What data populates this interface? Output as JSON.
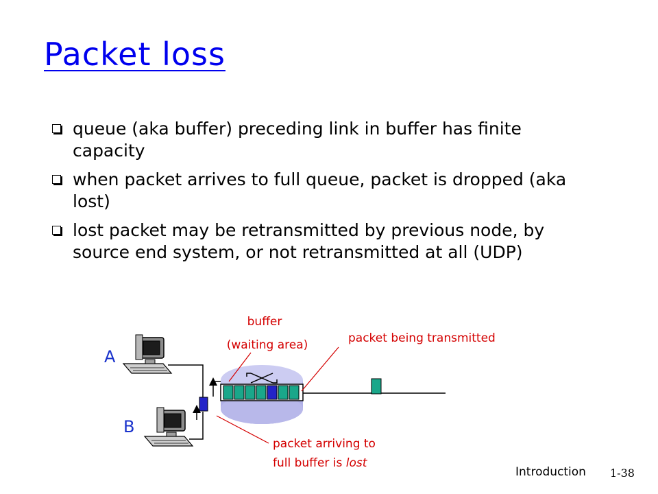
{
  "slide": {
    "title": "Packet loss",
    "bullets": [
      "queue (aka buffer) preceding link in buffer has finite capacity",
      "when packet arrives to full queue, packet is dropped (aka lost)",
      "lost packet may be retransmitted by previous node, by source end system, or not retransmitted at all (UDP)"
    ]
  },
  "diagram": {
    "host_a_label": "A",
    "host_b_label": "B",
    "buffer_label_line1": "buffer",
    "buffer_label_line2": "(waiting area)",
    "transmitting_label": "packet being transmitted",
    "lost_label_line1": "packet arriving to",
    "lost_label_line2_prefix": "full buffer is ",
    "lost_label_line2_emph": "lost",
    "colors": {
      "annotation": "#d40000",
      "host_label": "#1a33cc",
      "packet_teal": "#1aa78a",
      "packet_blue": "#2323c8",
      "router": "#ccccf2"
    }
  },
  "footer": {
    "section": "Introduction",
    "page": "1-38"
  }
}
